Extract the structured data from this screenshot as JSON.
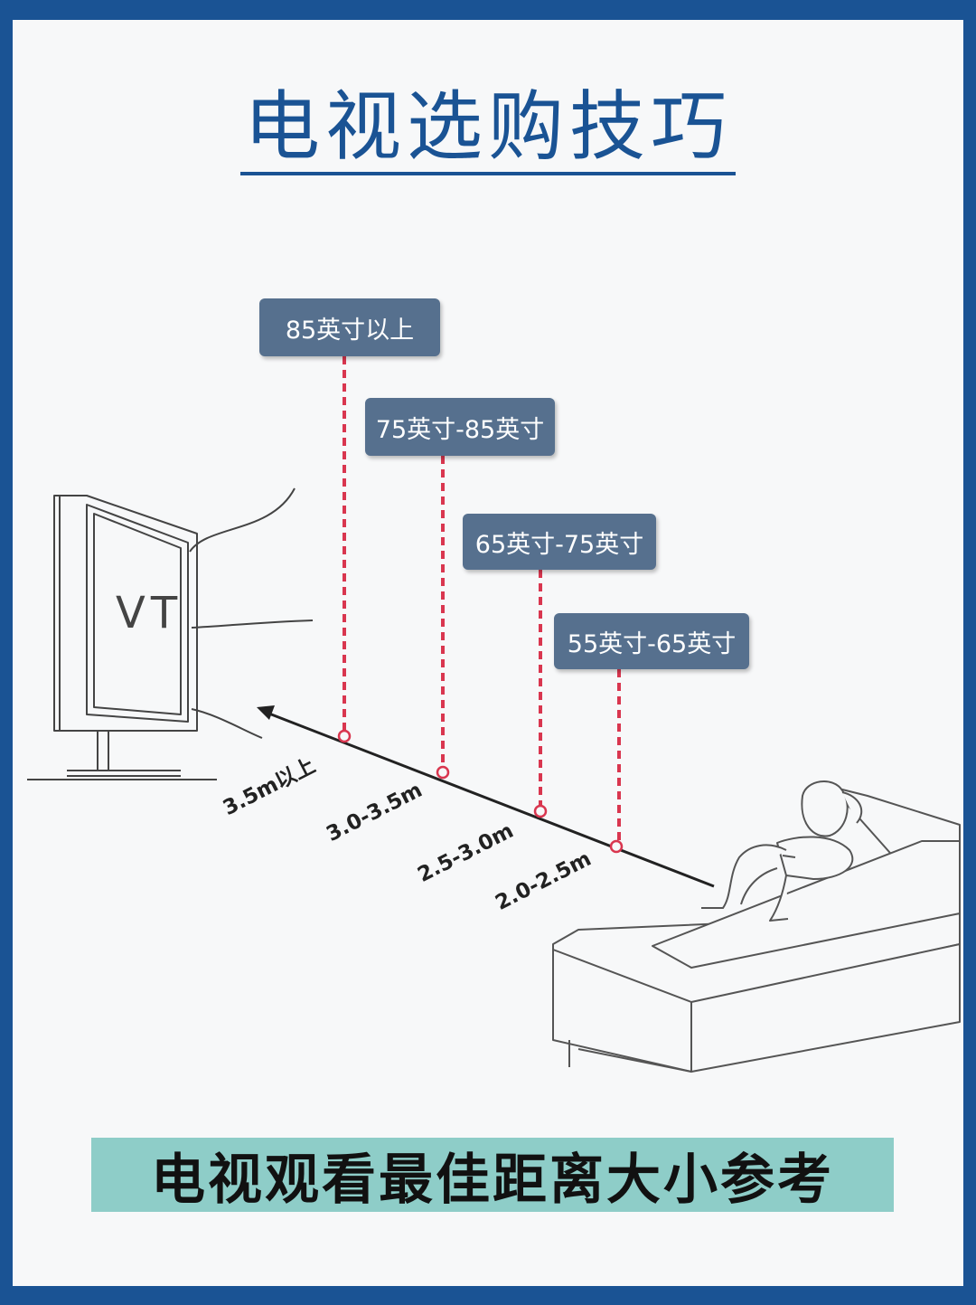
{
  "title": "电视选购技巧",
  "tv_screen_text": "VT",
  "size_labels": [
    "85英寸以上",
    "75英寸-85英寸",
    "65英寸-75英寸",
    "55英寸-65英寸"
  ],
  "distance_labels": [
    "3.5m以上",
    "3.0-3.5m",
    "2.5-3.0m",
    "2.0-2.5m"
  ],
  "banner_text": "电视观看最佳距离大小参考",
  "colors": {
    "frame": "#1a5394",
    "title": "#1a5394",
    "size_label_bg": "#56708e",
    "marker_line": "#d9364f",
    "banner_bg": "#8ecdc8"
  }
}
